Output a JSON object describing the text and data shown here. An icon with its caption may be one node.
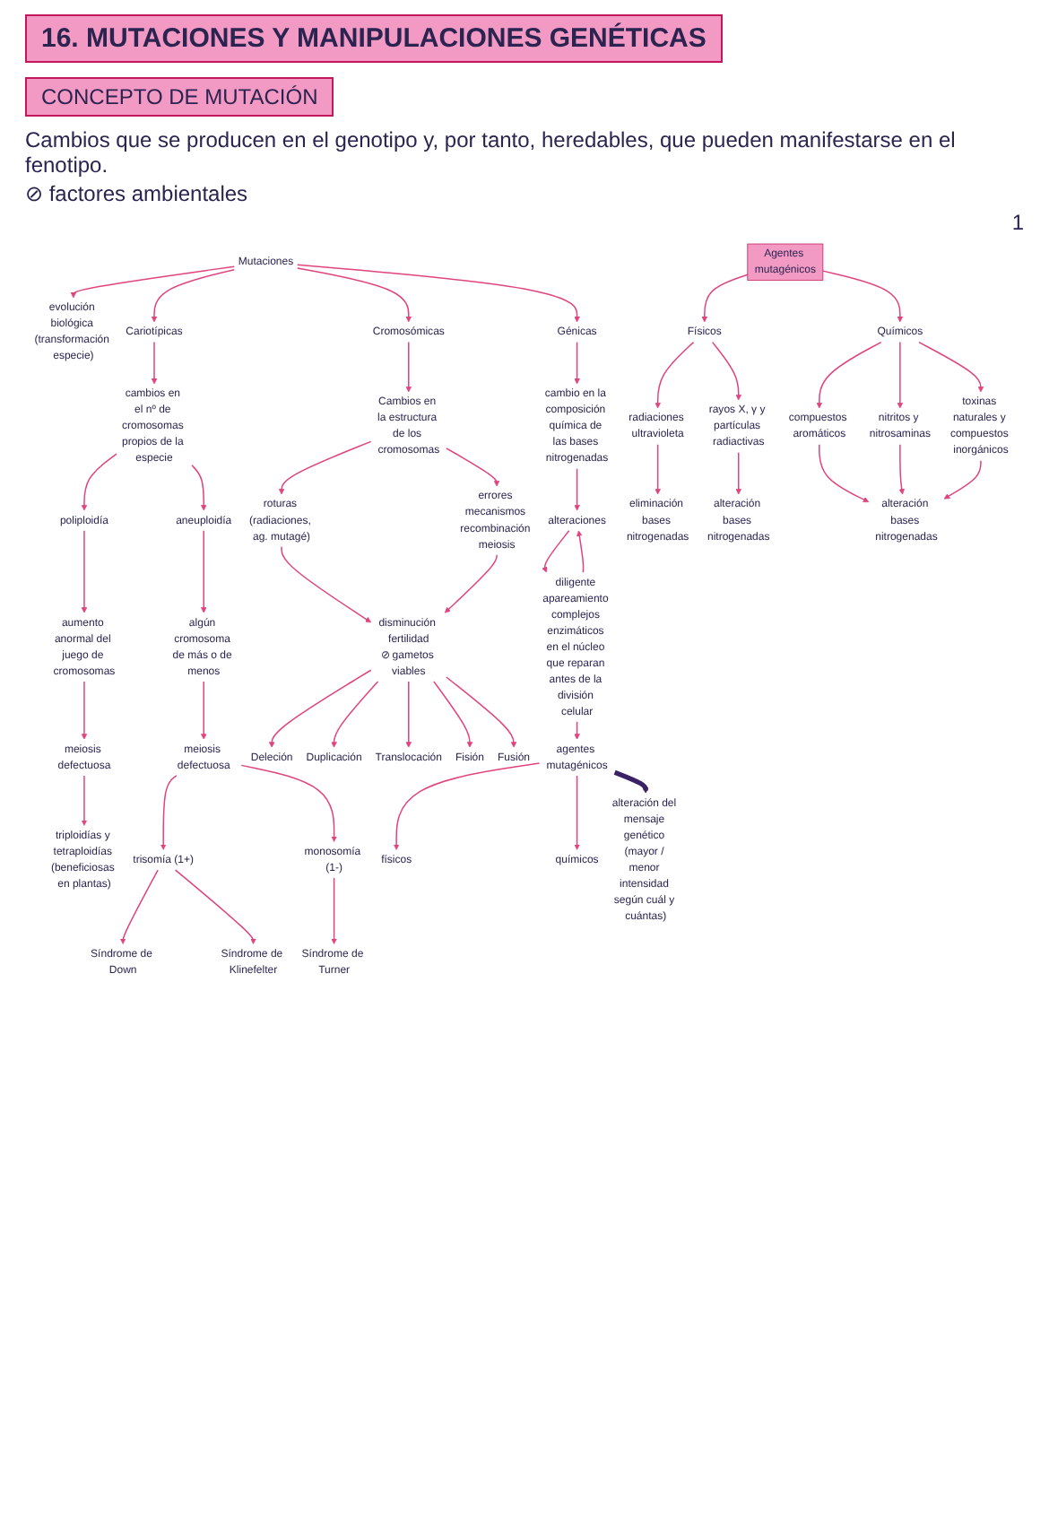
{
  "diagram": {
    "title": "16. MUTACIONES Y MANIPULACIONES GENÉTICAS",
    "nodes": [
      {
        "text": [
          "CONCEPTO DE MUTACIÓN"
        ]
      },
      {
        "text": [
          "Mutaciones"
        ]
      },
      {
        "text": [
          "evolución biológica (transformación especie)"
        ]
      },
      {
        "text": [
          "Cariotípicas"
        ]
      },
      {
        "text": [
          "Cromosómicas"
        ]
      },
      {
        "text": [
          "Génicas"
        ]
      },
      {
        "text": [
          "cambios en el nº de cromosomas propios de la especie"
        ]
      },
      {
        "text": [
          "poliploidía"
        ]
      },
      {
        "text": [
          "aneuploidía"
        ]
      },
      {
        "text": [
          "aumento anormal del juego de cromosomas"
        ]
      },
      {
        "text": [
          "meiosis defectuosa"
        ]
      },
      {
        "text": [
          "triploidías y tetraploidías (beneficiosas en plantas)"
        ]
      },
      {
        "text": [
          "algún cromosoma de más o de menos"
        ]
      },
      {
        "text": [
          "meiosis defectuosa"
        ]
      },
      {
        "text": [
          "trisomía (1+)"
        ]
      },
      {
        "text": [
          "Síndrome de Down"
        ]
      },
      {
        "text": [
          "Síndrome de Klinefelter"
        ]
      },
      {
        "text": [
          "monosomía (1-)"
        ]
      },
      {
        "text": [
          "Síndrome de Turner"
        ]
      },
      {
        "text": [
          "Cambios en la estructura de los cromosomas"
        ]
      },
      {
        "text": [
          "roturas (radiaciones, ag. mutagé)"
        ]
      },
      {
        "text": [
          "errores mecanismos recombinación meiosis"
        ]
      },
      {
        "text": [
          "disminución fertilidad",
          "⊘ gametos viables"
        ]
      },
      {
        "text": [
          "Deleción"
        ]
      },
      {
        "text": [
          "Duplicación"
        ]
      },
      {
        "text": [
          "Translocación"
        ]
      },
      {
        "text": [
          "Fisión"
        ]
      },
      {
        "text": [
          "Fusión"
        ]
      },
      {
        "text": [
          "cambio en la composición química de las bases nitrogenadas"
        ]
      },
      {
        "text": [
          "alteraciones"
        ]
      },
      {
        "text": [
          "diligente apareamiento complejos enzimáticos en el núcleo que reparan antes de la división celular"
        ]
      },
      {
        "text": [
          "agentes mutagénicos"
        ]
      },
      {
        "text": [
          "físicos"
        ]
      },
      {
        "text": [
          "químicos"
        ]
      },
      {
        "text": [
          "alteración del mensaje genético (mayor / menor intensidad según cuál y cuántas)"
        ]
      },
      {
        "text": [
          "Agentes mutagénicos"
        ]
      },
      {
        "text": [
          "Físicos"
        ]
      },
      {
        "text": [
          "Químicos"
        ]
      },
      {
        "text": [
          "radiaciones ultravioleta"
        ]
      },
      {
        "text": [
          "rayos X, γ y partículas radiactivas"
        ]
      },
      {
        "text": [
          "eliminación bases nitrogenadas"
        ]
      },
      {
        "text": [
          "alteración bases nitrogenadas"
        ]
      },
      {
        "text": [
          "compuestos aromáticos"
        ]
      },
      {
        "text": [
          "nitritos y nitrosaminas"
        ]
      },
      {
        "text": [
          "toxinas naturales y compuestos inorgánicos"
        ]
      },
      {
        "text": [
          "alteración bases nitrogenadas"
        ]
      }
    ],
    "edges": [
      {
        "from": 1,
        "to": 2,
        "arrow": "to"
      },
      {
        "from": 1,
        "to": 3,
        "arrow": "to"
      },
      {
        "from": 1,
        "to": 4,
        "arrow": "to"
      },
      {
        "from": 1,
        "to": 5,
        "arrow": "to"
      },
      {
        "from": 3,
        "to": 6,
        "arrow": "to"
      },
      {
        "from": 6,
        "to": 7,
        "arrow": "to"
      },
      {
        "from": 6,
        "to": 8,
        "arrow": "to"
      },
      {
        "from": 7,
        "to": 9,
        "arrow": "to"
      },
      {
        "from": 9,
        "to": 10,
        "arrow": "to"
      },
      {
        "from": 10,
        "to": 11,
        "arrow": "to"
      },
      {
        "from": 8,
        "to": 12,
        "arrow": "to"
      },
      {
        "from": 12,
        "to": 13,
        "arrow": "to"
      },
      {
        "from": 13,
        "to": 14,
        "arrow": "to"
      },
      {
        "from": 13,
        "to": 17,
        "arrow": "to"
      },
      {
        "from": 14,
        "to": 15,
        "arrow": "to"
      },
      {
        "from": 14,
        "to": 16,
        "arrow": "to"
      },
      {
        "from": 17,
        "to": 18,
        "arrow": "to"
      },
      {
        "from": 4,
        "to": 19,
        "arrow": "to"
      },
      {
        "from": 19,
        "to": 20,
        "arrow": "to"
      },
      {
        "from": 19,
        "to": 21,
        "arrow": "to"
      },
      {
        "from": 20,
        "to": 22,
        "arrow": "to"
      },
      {
        "from": 21,
        "to": 22,
        "arrow": "to"
      },
      {
        "from": 22,
        "to": 23,
        "arrow": "to"
      },
      {
        "from": 22,
        "to": 24,
        "arrow": "to"
      },
      {
        "from": 22,
        "to": 25,
        "arrow": "to"
      },
      {
        "from": 22,
        "to": 26,
        "arrow": "to"
      },
      {
        "from": 22,
        "to": 27,
        "arrow": "to"
      },
      {
        "from": 5,
        "to": 28,
        "arrow": "to"
      },
      {
        "from": 28,
        "to": 29,
        "arrow": "to"
      },
      {
        "from": 29,
        "to": 30,
        "arrow": "to"
      },
      {
        "from": 30,
        "to": 29,
        "arrow": "to"
      },
      {
        "from": 30,
        "to": 31,
        "arrow": "to"
      },
      {
        "from": 31,
        "to": 32,
        "arrow": "to"
      },
      {
        "from": 31,
        "to": 33,
        "arrow": "to"
      },
      {
        "from": 31,
        "to": 34,
        "arrow": "to",
        "style": "thick",
        "color": "#3b2266"
      },
      {
        "from": 35,
        "to": 36,
        "arrow": "to"
      },
      {
        "from": 35,
        "to": 37,
        "arrow": "to"
      },
      {
        "from": 36,
        "to": 38,
        "arrow": "to"
      },
      {
        "from": 36,
        "to": 39,
        "arrow": "to"
      },
      {
        "from": 38,
        "to": 40,
        "arrow": "to"
      },
      {
        "from": 39,
        "to": 41,
        "arrow": "to"
      },
      {
        "from": 37,
        "to": 42,
        "arrow": "to"
      },
      {
        "from": 37,
        "to": 43,
        "arrow": "to"
      },
      {
        "from": 37,
        "to": 44,
        "arrow": "to"
      },
      {
        "from": 42,
        "to": 45,
        "arrow": "to"
      },
      {
        "from": 43,
        "to": 45,
        "arrow": "to"
      },
      {
        "from": 44,
        "to": 45,
        "arrow": "to"
      }
    ],
    "labels": [
      "Cambios que se producen en el genotipo y, por tanto, heredables, que pueden manifestarse en el fenotipo.",
      "⊘ factores ambientales",
      "1"
    ]
  }
}
